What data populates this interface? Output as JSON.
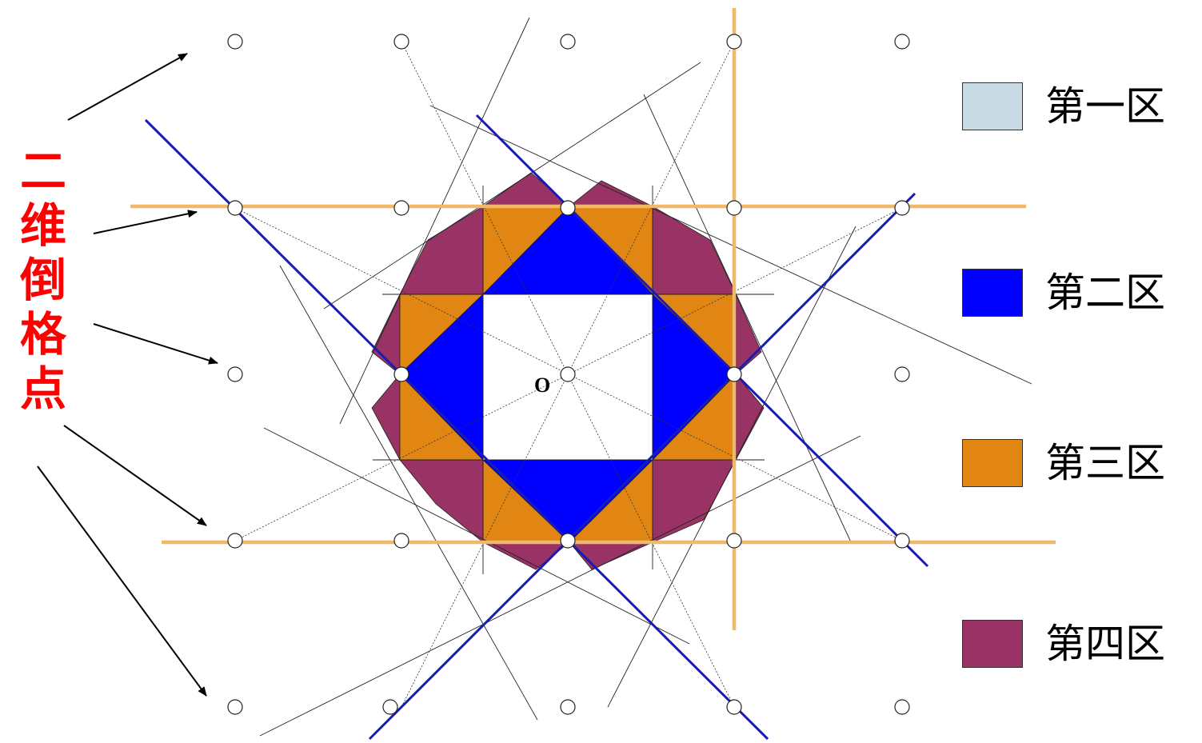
{
  "title_chars": [
    "二",
    "维",
    "倒",
    "格",
    "点"
  ],
  "origin_label": "O",
  "colors": {
    "title": "#ff0000",
    "zone1": "#c9dce6",
    "zone2": "#0000ff",
    "zone3": "#e28613",
    "zone4": "#993366",
    "bragg_orange": "#f0b86b",
    "bragg_blue": "#1a1ab4"
  },
  "legend": [
    {
      "label": "第一区",
      "color": "#c9dce6"
    },
    {
      "label": "第二区",
      "color": "#0000ff"
    },
    {
      "label": "第三区",
      "color": "#e28613"
    },
    {
      "label": "第四区",
      "color": "#993366"
    }
  ]
}
